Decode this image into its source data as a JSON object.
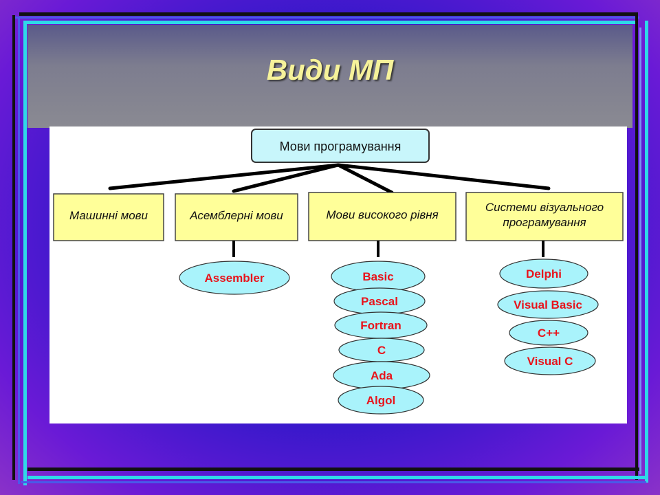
{
  "slide": {
    "title": "Види МП"
  },
  "diagram": {
    "root": "Мови програмування",
    "categories": [
      {
        "label_lines": [
          "Машинні мови"
        ],
        "items": []
      },
      {
        "label_lines": [
          "Асемблерні мови"
        ],
        "items": [
          "Assembler"
        ]
      },
      {
        "label_lines": [
          "Мови високого рівня"
        ],
        "items": [
          "Basic",
          "Pascal",
          "Fortran",
          "C",
          "Ada",
          "Algol"
        ]
      },
      {
        "label_lines": [
          "Системи візуального",
          "програмування"
        ],
        "items": [
          "Delphi",
          "Visual Basic",
          "C++",
          "Visual C"
        ]
      }
    ]
  },
  "colors": {
    "title": "#f6f29a",
    "root_fill": "#c8f6fb",
    "category_fill": "#ffff99",
    "item_fill": "#a9f3fb",
    "item_text": "#e8141c",
    "connector": "#000000"
  }
}
